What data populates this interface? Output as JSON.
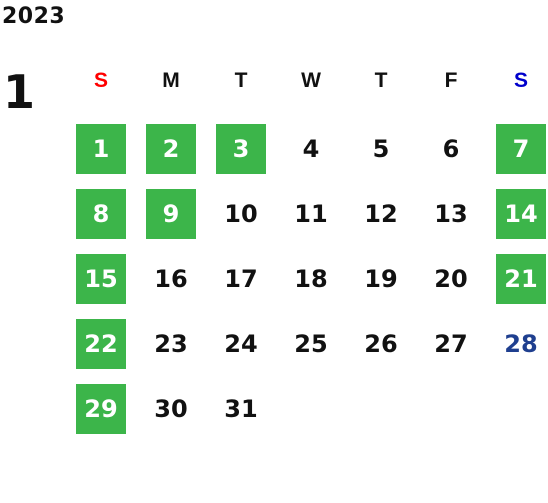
{
  "calendar": {
    "year": "2023",
    "month": "1",
    "start_offset": 0,
    "weekdays": [
      {
        "label": "S",
        "color": "#ff0000"
      },
      {
        "label": "M",
        "color": "#111111"
      },
      {
        "label": "T",
        "color": "#111111"
      },
      {
        "label": "W",
        "color": "#111111"
      },
      {
        "label": "T",
        "color": "#111111"
      },
      {
        "label": "F",
        "color": "#111111"
      },
      {
        "label": "S",
        "color": "#0000cc"
      }
    ],
    "days": [
      {
        "label": "1",
        "highlight": true
      },
      {
        "label": "2",
        "highlight": true
      },
      {
        "label": "3",
        "highlight": true
      },
      {
        "label": "4",
        "highlight": false
      },
      {
        "label": "5",
        "highlight": false
      },
      {
        "label": "6",
        "highlight": false
      },
      {
        "label": "7",
        "highlight": true
      },
      {
        "label": "8",
        "highlight": true
      },
      {
        "label": "9",
        "highlight": true
      },
      {
        "label": "10",
        "highlight": false
      },
      {
        "label": "11",
        "highlight": false
      },
      {
        "label": "12",
        "highlight": false
      },
      {
        "label": "13",
        "highlight": false
      },
      {
        "label": "14",
        "highlight": true
      },
      {
        "label": "15",
        "highlight": true
      },
      {
        "label": "16",
        "highlight": false
      },
      {
        "label": "17",
        "highlight": false
      },
      {
        "label": "18",
        "highlight": false
      },
      {
        "label": "19",
        "highlight": false
      },
      {
        "label": "20",
        "highlight": false
      },
      {
        "label": "21",
        "highlight": true
      },
      {
        "label": "22",
        "highlight": true
      },
      {
        "label": "23",
        "highlight": false
      },
      {
        "label": "24",
        "highlight": false
      },
      {
        "label": "25",
        "highlight": false
      },
      {
        "label": "26",
        "highlight": false
      },
      {
        "label": "27",
        "highlight": false
      },
      {
        "label": "28",
        "highlight": false,
        "text_color": "#1f3f8f"
      },
      {
        "label": "29",
        "highlight": true
      },
      {
        "label": "30",
        "highlight": false
      },
      {
        "label": "31",
        "highlight": false
      }
    ]
  },
  "colors": {
    "holiday_bg": "#3cb54a",
    "holiday_text": "#ffffff",
    "default_text": "#111111"
  }
}
